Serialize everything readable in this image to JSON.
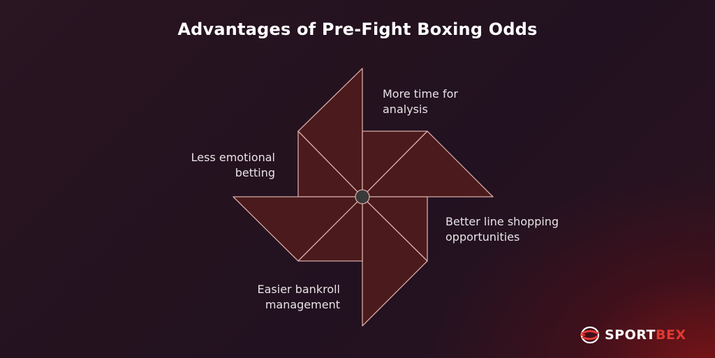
{
  "title": "Advantages of Pre-Fight Boxing Odds",
  "items": [
    {
      "label": "More time for\nanalysis"
    },
    {
      "label": "Less emotional\nbetting"
    },
    {
      "label": "Better line shopping\nopportunities"
    },
    {
      "label": "Easier bankroll\nmanagement"
    }
  ],
  "brand": {
    "prefix": "SPORT",
    "suffix": "BEX"
  },
  "colors": {
    "blade_fill": "#4a1a1c",
    "blade_stroke": "#d8aaa6",
    "center_fill": "#3a3a3a",
    "brand_accent": "#e03a33"
  }
}
